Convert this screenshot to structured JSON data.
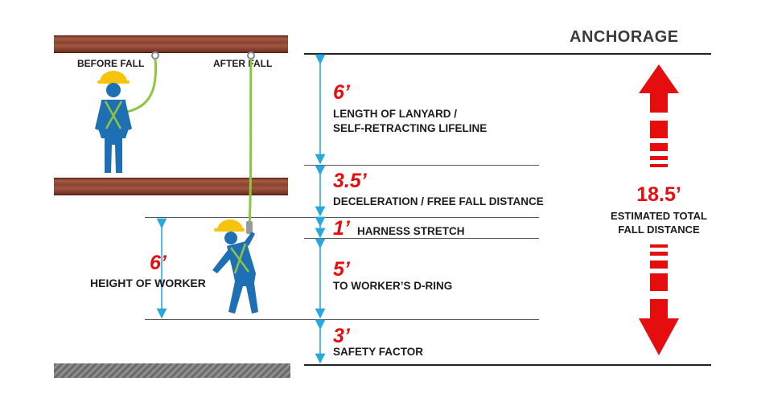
{
  "anchorage_title": "ANCHORAGE",
  "before_fall_label": "BEFORE FALL",
  "after_fall_label": "AFTER FALL",
  "measurements": [
    {
      "value": "6’",
      "line1": "LENGTH OF LANYARD /",
      "line2": "SELF-RETRACTING LIFELINE"
    },
    {
      "value": "3.5’",
      "line1": "DECELERATION / FREE FALL DISTANCE"
    },
    {
      "value": "1’",
      "line1": "HARNESS STRETCH"
    },
    {
      "value": "5’",
      "line1": "TO WORKER’S D-RING"
    },
    {
      "value": "3’",
      "line1": "SAFETY FACTOR"
    }
  ],
  "worker_height": {
    "value": "6’",
    "label": "HEIGHT OF WORKER"
  },
  "total": {
    "value": "18.5’",
    "line1": "ESTIMATED TOTAL",
    "line2": "FALL DISTANCE"
  },
  "colors": {
    "accent_red": "#e50d0d",
    "dimension_blue": "#29a8e0",
    "worker_blue": "#1f6fb5",
    "helmet_yellow": "#f6c40f",
    "lanyard_green": "#8cc63f",
    "beam_brown": "#8a4330"
  },
  "icons": [
    "up-arrow-icon",
    "down-arrow-icon",
    "worker-figure-icon",
    "falling-worker-icon"
  ]
}
